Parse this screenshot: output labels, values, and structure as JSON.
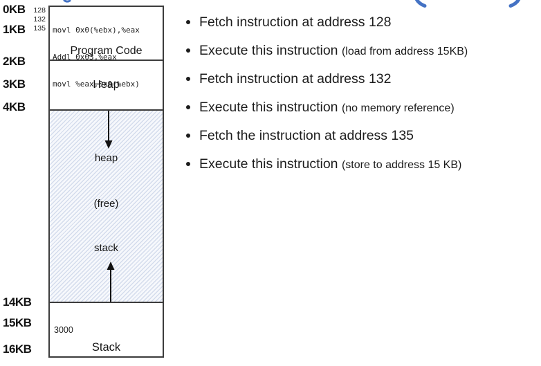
{
  "diagram": {
    "kb_labels": [
      "0KB",
      "1KB",
      "2KB",
      "3KB",
      "4KB",
      "14KB",
      "15KB",
      "16KB"
    ],
    "code_rows": [
      {
        "addr": "128",
        "instr": "movl 0x0(%ebx),%eax"
      },
      {
        "addr": "132",
        "instr": "Addl 0x03,%eax"
      },
      {
        "addr": "135",
        "instr": "movl %eax,0x0(%ebx)"
      }
    ],
    "labels": {
      "program_code": "Program Code",
      "heap_section": "Heap",
      "heap_pointer": "heap",
      "free": "(free)",
      "stack_pointer": "stack",
      "stack_section": "Stack",
      "stack_address": "3000"
    }
  },
  "bullets": [
    {
      "main": "Fetch instruction at address 128",
      "paren": ""
    },
    {
      "main": "Execute this instruction ",
      "paren": "(load from address 15KB)"
    },
    {
      "main": "Fetch instruction at address 132",
      "paren": ""
    },
    {
      "main": "Execute this instruction ",
      "paren": "(no memory reference)"
    },
    {
      "main": "Fetch the instruction at address 135",
      "paren": ""
    },
    {
      "main": "Execute this instruction ",
      "paren": "(store to address 15 KB)"
    }
  ],
  "colors": {
    "accent_blue": "#4472C4",
    "border": "#3c3c3c",
    "hatch_stripe": "#d4dcec"
  }
}
